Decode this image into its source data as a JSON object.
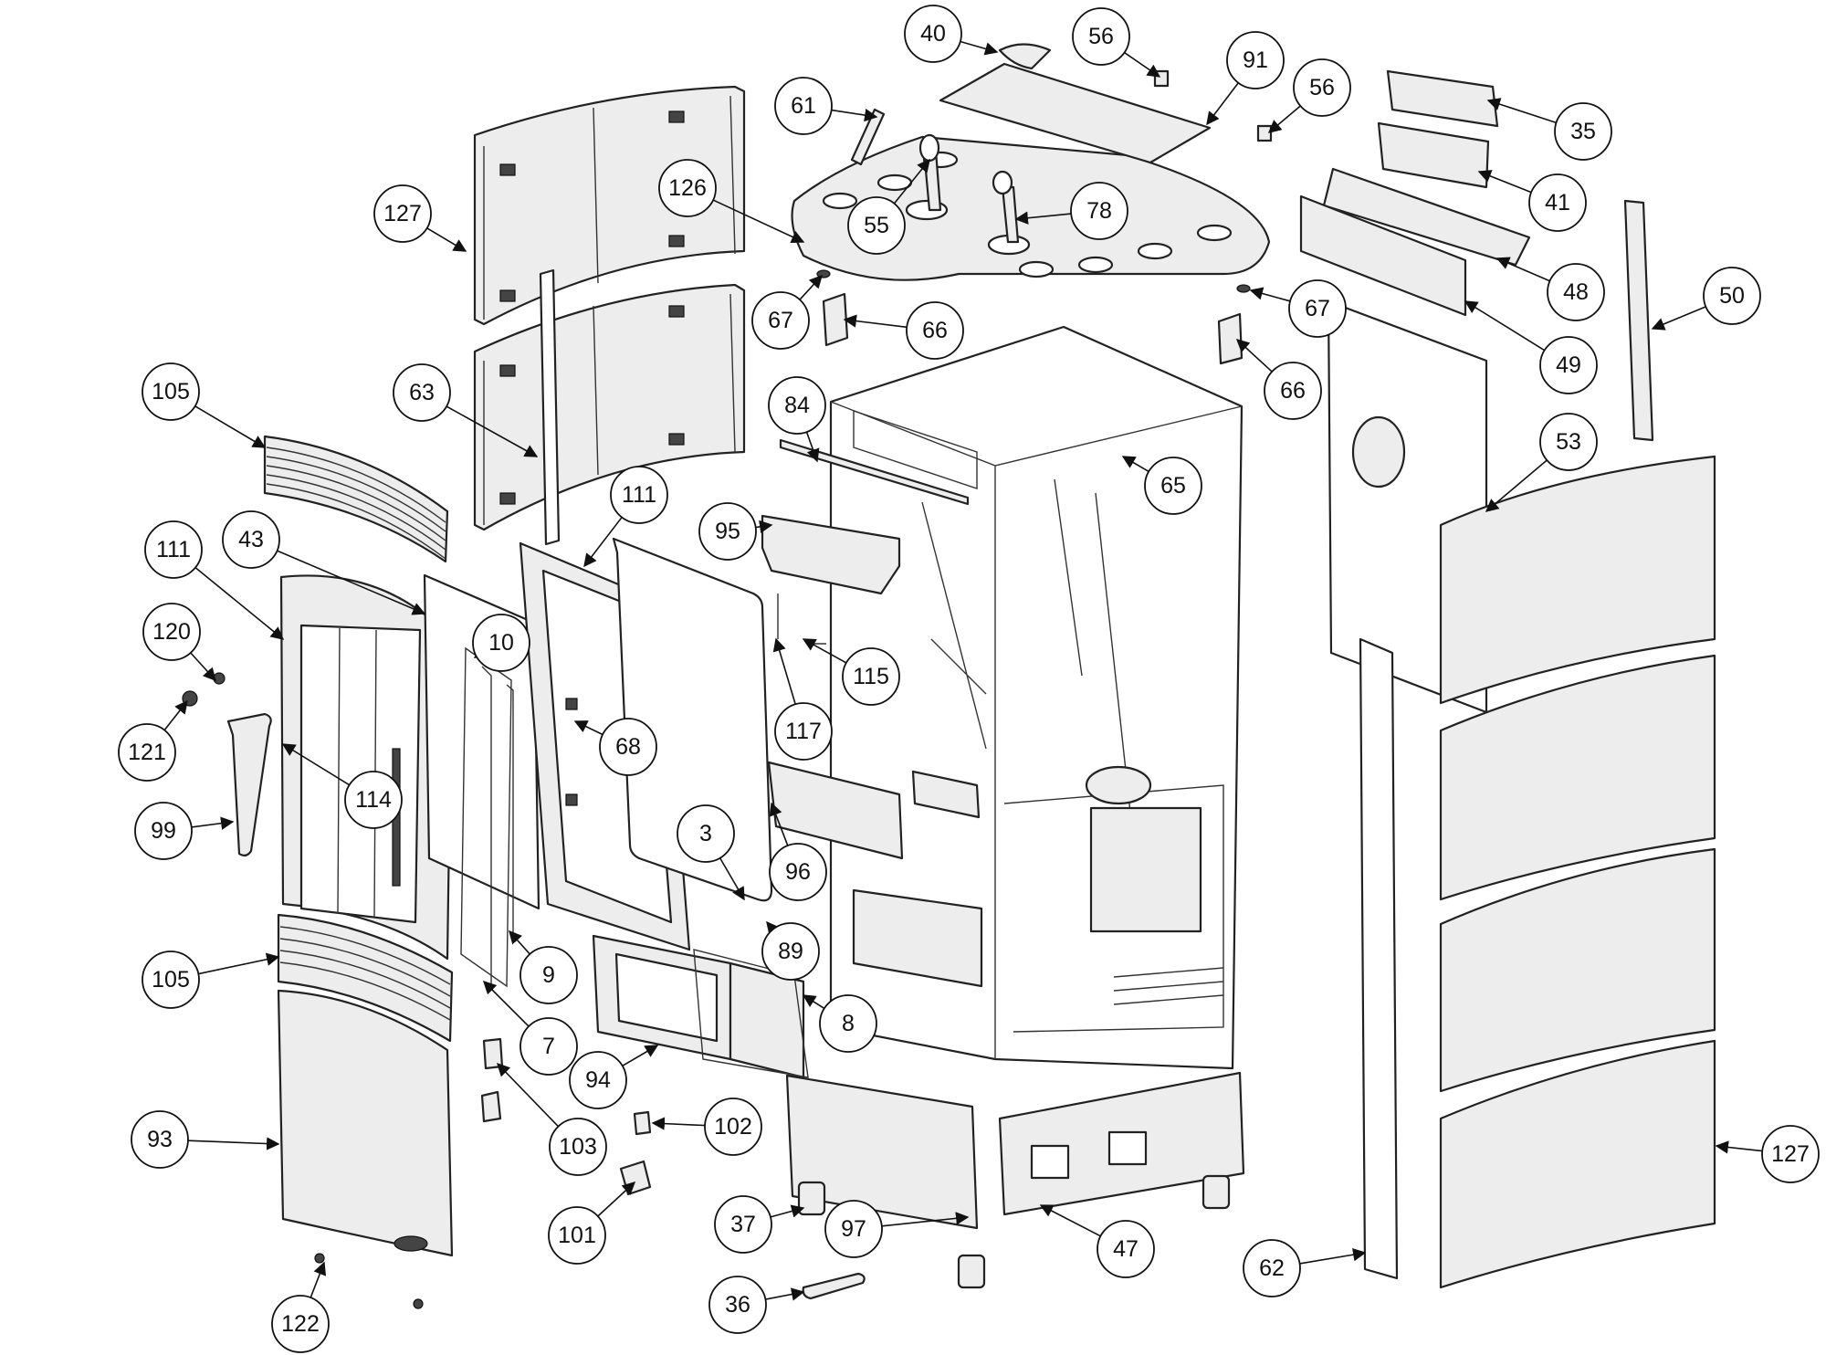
{
  "callouts": [
    {
      "label": "40"
    },
    {
      "label": "56"
    },
    {
      "label": "91"
    },
    {
      "label": "56"
    },
    {
      "label": "61"
    },
    {
      "label": "35"
    },
    {
      "label": "127"
    },
    {
      "label": "126"
    },
    {
      "label": "78"
    },
    {
      "label": "55"
    },
    {
      "label": "41"
    },
    {
      "label": "48"
    },
    {
      "label": "50"
    },
    {
      "label": "67"
    },
    {
      "label": "66"
    },
    {
      "label": "67"
    },
    {
      "label": "66"
    },
    {
      "label": "49"
    },
    {
      "label": "105"
    },
    {
      "label": "63"
    },
    {
      "label": "84"
    },
    {
      "label": "65"
    },
    {
      "label": "53"
    },
    {
      "label": "111"
    },
    {
      "label": "95"
    },
    {
      "label": "43"
    },
    {
      "label": "111"
    },
    {
      "label": "10"
    },
    {
      "label": "120"
    },
    {
      "label": "115"
    },
    {
      "label": "68"
    },
    {
      "label": "117"
    },
    {
      "label": "121"
    },
    {
      "label": "114"
    },
    {
      "label": "99"
    },
    {
      "label": "3"
    },
    {
      "label": "96"
    },
    {
      "label": "89"
    },
    {
      "label": "105"
    },
    {
      "label": "9"
    },
    {
      "label": "8"
    },
    {
      "label": "7"
    },
    {
      "label": "94"
    },
    {
      "label": "93"
    },
    {
      "label": "103"
    },
    {
      "label": "102"
    },
    {
      "label": "127"
    },
    {
      "label": "101"
    },
    {
      "label": "37"
    },
    {
      "label": "97"
    },
    {
      "label": "47"
    },
    {
      "label": "62"
    },
    {
      "label": "36"
    },
    {
      "label": "122"
    }
  ]
}
